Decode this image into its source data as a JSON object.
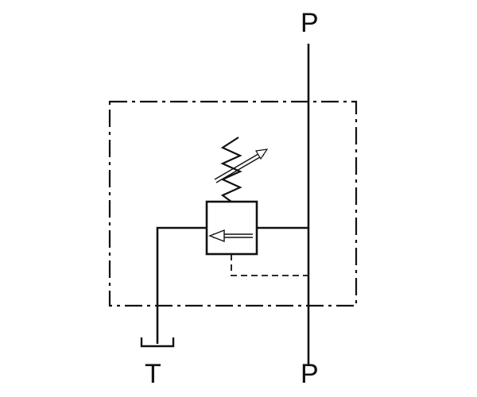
{
  "ports": {
    "top": "P",
    "bottom_right": "P",
    "bottom_left": "T"
  },
  "colors": {
    "line": "#111111",
    "background": "#ffffff"
  },
  "symbol": {
    "enclosure_style": "dash-dot",
    "pilot_line_style": "dashed",
    "spring": "adjustable"
  }
}
